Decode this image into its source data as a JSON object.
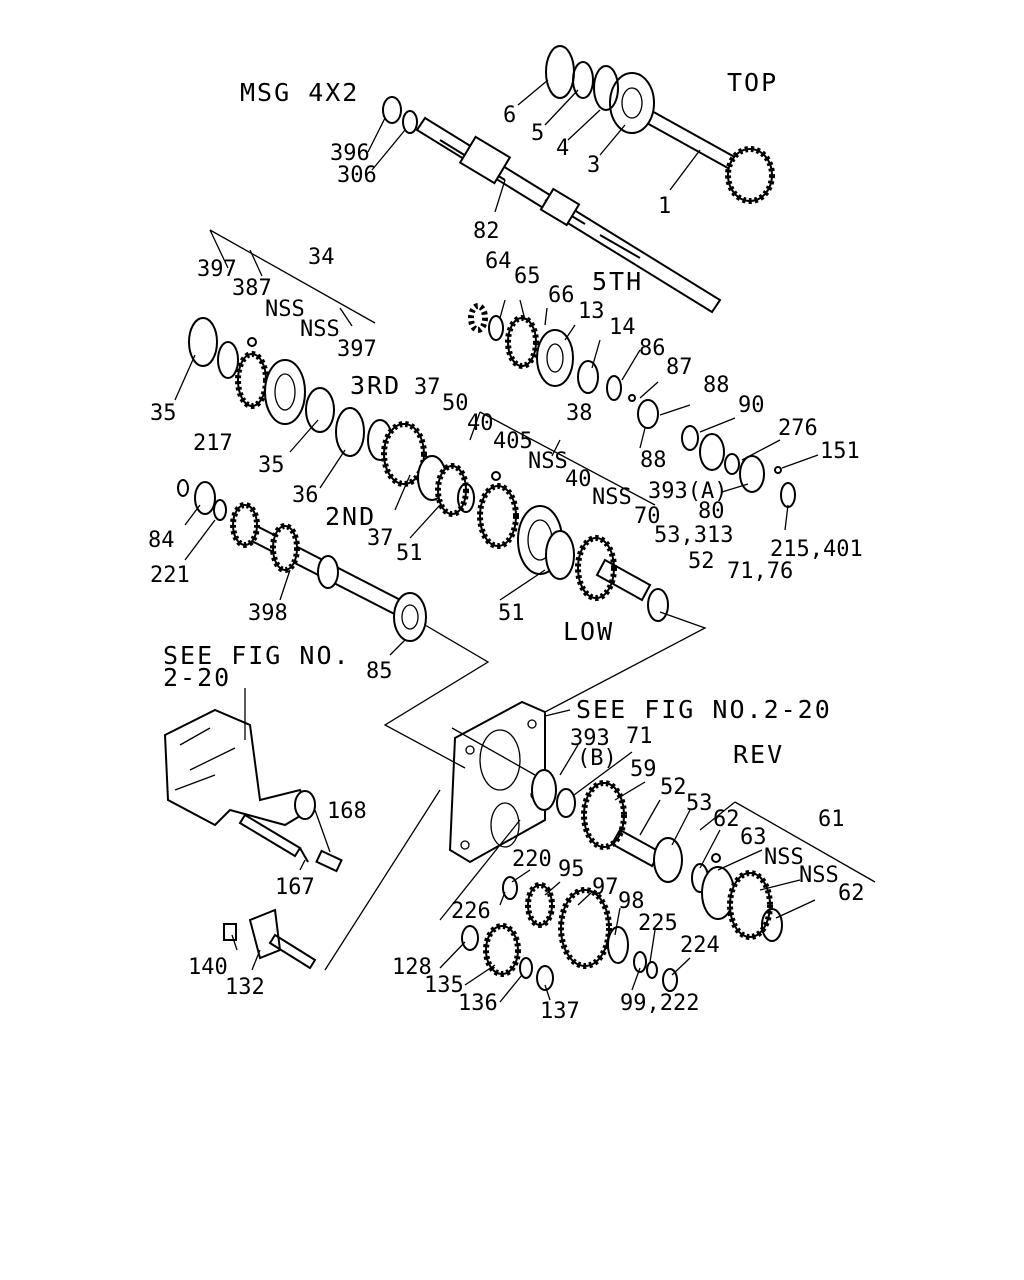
{
  "headers": {
    "model": "MSG 4X2",
    "top": "TOP",
    "fifth": "5TH",
    "third": "3RD",
    "second": "2ND",
    "low": "LOW",
    "rev": "REV",
    "see_fig_left_line1": "SEE FIG NO.",
    "see_fig_left_line2": "2-20",
    "see_fig_mid": "SEE FIG NO.2-20"
  },
  "callouts": {
    "c1": "1",
    "c3": "3",
    "c4": "4",
    "c5": "5",
    "c6": "6",
    "c396": "396",
    "c306": "306",
    "c82": "82",
    "c397a": "397",
    "c387": "387",
    "c34": "34",
    "nss1": "NSS",
    "nss2": "NSS",
    "c397b": "397",
    "c35a": "35",
    "c35b": "35",
    "c36": "36",
    "c37a": "37",
    "c37b": "37",
    "c50": "50",
    "c64": "64",
    "c65": "65",
    "c66": "66",
    "c13": "13",
    "c14": "14",
    "c86": "86",
    "c87": "87",
    "c88a": "88",
    "c88b": "88",
    "c90": "90",
    "c276": "276",
    "c151": "151",
    "c393a": "393(A)",
    "c80": "80",
    "c215": "215,401",
    "c40a": "40",
    "c405": "405",
    "c38": "38",
    "nss3": "NSS",
    "c40b": "40",
    "nss4": "NSS",
    "c70": "70",
    "c53a": "53,313",
    "c52a": "52",
    "c7176": "71,76",
    "c217": "217",
    "c84": "84",
    "c221": "221",
    "c398": "398",
    "c85": "85",
    "c51a": "51",
    "c51b": "51",
    "c168": "168",
    "c167": "167",
    "c140": "140",
    "c132": "132",
    "c393b": "393",
    "cB": "(B)",
    "c71": "71",
    "c59": "59",
    "c52b": "52",
    "c53b": "53",
    "c61": "61",
    "c62a": "62",
    "c63": "63",
    "nss5": "NSS",
    "nss6": "NSS",
    "c62b": "62",
    "c220": "220",
    "c95": "95",
    "c97": "97",
    "c98": "98",
    "c226": "226",
    "c225": "225",
    "c224": "224",
    "c99222": "99,222",
    "c128": "128",
    "c135": "135",
    "c136": "136",
    "c137": "137"
  }
}
